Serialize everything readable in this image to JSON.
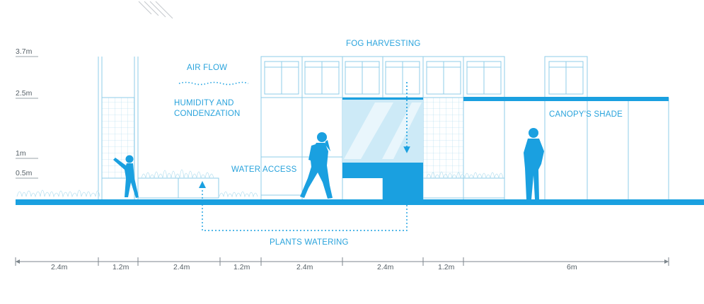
{
  "title": "FOG HARVESTING",
  "labels": {
    "air_flow": "AIR FLOW",
    "humidity_line1": "HUMIDITY AND",
    "humidity_line2": "CONDENZATION",
    "water_access": "WATER ACCESS",
    "canopy_shade": "CANOPY'S SHADE",
    "plants_watering": "PLANTS WATERING"
  },
  "heights": [
    "3.7m",
    "2.5m",
    "1m",
    "0.5m"
  ],
  "bay_dimensions": [
    "2.4m",
    "1.2m",
    "2.4m",
    "1.2m",
    "2.4m",
    "2.4m",
    "1.2m",
    "6m"
  ],
  "colors": {
    "accent": "#1aa0e0",
    "light_blue": "#a9dcf3",
    "line": "#8fcde9",
    "dimension": "#7d868c"
  }
}
